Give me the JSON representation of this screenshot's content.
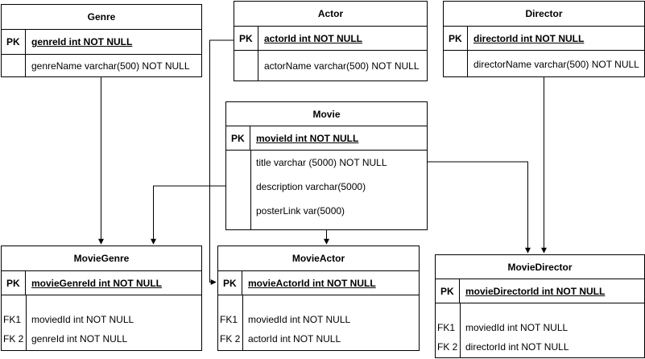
{
  "entities": {
    "genre": {
      "title": "Genre",
      "pk_key": "PK",
      "pk": "genreId int NOT NULL",
      "fields": [
        "genreName varchar(500) NOT NULL"
      ]
    },
    "actor": {
      "title": "Actor",
      "pk_key": "PK",
      "pk": "actorId int NOT NULL",
      "fields": [
        "actorName varchar(500) NOT NULL"
      ]
    },
    "director": {
      "title": "Director",
      "pk_key": "PK",
      "pk": "directorId int NOT NULL",
      "fields": [
        "directorName varchar(500) NOT NULL"
      ]
    },
    "movie": {
      "title": "Movie",
      "pk_key": "PK",
      "pk": "movieId int NOT NULL",
      "fields": [
        "title varchar (5000) NOT NULL",
        "description varchar(5000)",
        "posterLink var(5000)"
      ]
    },
    "moviegenre": {
      "title": "MovieGenre",
      "pk_key": "PK",
      "pk": "movieGenreId int NOT NULL",
      "fk_keys": [
        "FK1",
        "FK 2"
      ],
      "fields": [
        "moviedId int NOT NULL",
        "genreId int NOT NULL"
      ]
    },
    "movieactor": {
      "title": "MovieActor",
      "pk_key": "PK",
      "pk": "movieActorId int NOT NULL",
      "fk_keys": [
        "FK1",
        "FK 2"
      ],
      "fields": [
        "moviedId int NOT NULL",
        "actorId int NOT NULL"
      ]
    },
    "moviedirector": {
      "title": "MovieDirector",
      "pk_key": "PK",
      "pk": "movieDirectorId int NOT NULL",
      "fk_keys": [
        "FK1",
        "FK 2"
      ],
      "fields": [
        "moviedId int NOT NULL",
        "directorId int NOT NULL"
      ]
    }
  }
}
